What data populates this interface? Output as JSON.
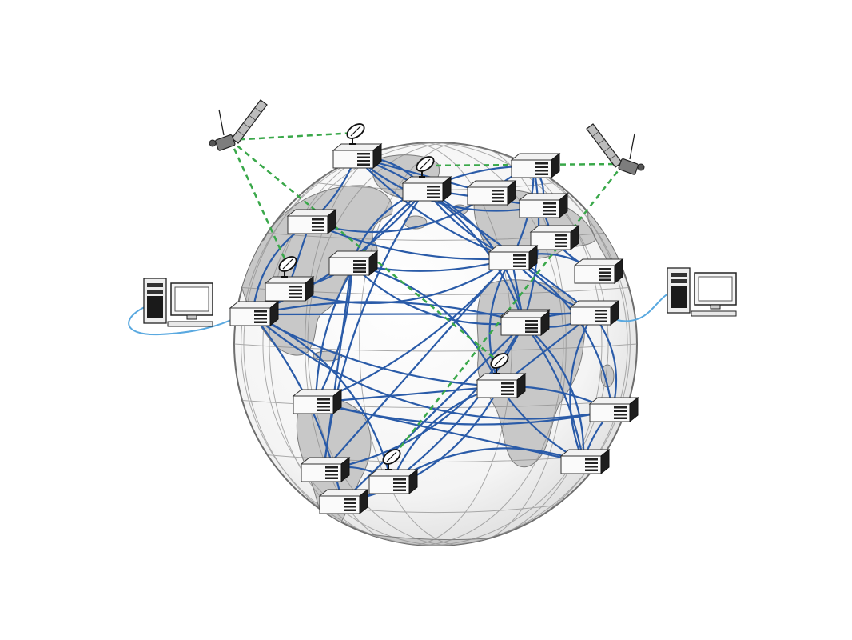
{
  "diagram": {
    "nodes": [
      {
        "id": "n1",
        "kind": "server",
        "dish": true
      },
      {
        "id": "n2",
        "kind": "server",
        "dish": true
      },
      {
        "id": "n3",
        "kind": "server",
        "dish": false
      },
      {
        "id": "n4",
        "kind": "server",
        "dish": false
      },
      {
        "id": "n5",
        "kind": "server",
        "dish": false
      },
      {
        "id": "n6",
        "kind": "server",
        "dish": false
      },
      {
        "id": "n7",
        "kind": "server",
        "dish": false
      },
      {
        "id": "n8",
        "kind": "server",
        "dish": false
      },
      {
        "id": "n9",
        "kind": "server",
        "dish": false
      },
      {
        "id": "n10",
        "kind": "server",
        "dish": true
      },
      {
        "id": "n11",
        "kind": "server",
        "dish": false
      },
      {
        "id": "n12",
        "kind": "server",
        "dish": false
      },
      {
        "id": "n13",
        "kind": "server",
        "dish": false
      },
      {
        "id": "n14",
        "kind": "server",
        "dish": false
      },
      {
        "id": "n15",
        "kind": "server",
        "dish": true
      },
      {
        "id": "n16",
        "kind": "server",
        "dish": false
      },
      {
        "id": "n17",
        "kind": "server",
        "dish": false
      },
      {
        "id": "n18",
        "kind": "server",
        "dish": false
      },
      {
        "id": "n19",
        "kind": "server",
        "dish": false
      },
      {
        "id": "n20",
        "kind": "server",
        "dish": true
      },
      {
        "id": "n21",
        "kind": "server",
        "dish": false
      },
      {
        "id": "n22",
        "kind": "server",
        "dish": false
      }
    ],
    "satellites": [
      {
        "id": "sat-left"
      },
      {
        "id": "sat-right"
      }
    ],
    "computers": [
      {
        "id": "pc-left"
      },
      {
        "id": "pc-right"
      }
    ],
    "fiber_links": [
      [
        "n1",
        "n2"
      ],
      [
        "n1",
        "n4"
      ],
      [
        "n1",
        "n3"
      ],
      [
        "n1",
        "n9"
      ],
      [
        "n1",
        "n6"
      ],
      [
        "n1",
        "n12"
      ],
      [
        "n2",
        "n5"
      ],
      [
        "n2",
        "n6"
      ],
      [
        "n2",
        "n9"
      ],
      [
        "n2",
        "n11"
      ],
      [
        "n2",
        "n12"
      ],
      [
        "n2",
        "n13"
      ],
      [
        "n2",
        "n14"
      ],
      [
        "n2",
        "n19"
      ],
      [
        "n2",
        "n17"
      ],
      [
        "n3",
        "n4"
      ],
      [
        "n3",
        "n5"
      ],
      [
        "n4",
        "n10"
      ],
      [
        "n4",
        "n9"
      ],
      [
        "n4",
        "n13"
      ],
      [
        "n5",
        "n6"
      ],
      [
        "n5",
        "n9"
      ],
      [
        "n6",
        "n7"
      ],
      [
        "n7",
        "n8"
      ],
      [
        "n8",
        "n9"
      ],
      [
        "n9",
        "n10"
      ],
      [
        "n9",
        "n11"
      ],
      [
        "n9",
        "n12"
      ],
      [
        "n9",
        "n14"
      ],
      [
        "n9",
        "n15"
      ],
      [
        "n9",
        "n16"
      ],
      [
        "n9",
        "n17"
      ],
      [
        "n9",
        "n19"
      ],
      [
        "n10",
        "n11"
      ],
      [
        "n11",
        "n12"
      ],
      [
        "n11",
        "n15"
      ],
      [
        "n11",
        "n17"
      ],
      [
        "n11",
        "n19"
      ],
      [
        "n12",
        "n13"
      ],
      [
        "n12",
        "n14"
      ],
      [
        "n12",
        "n19"
      ],
      [
        "n12",
        "n18"
      ],
      [
        "n13",
        "n14"
      ],
      [
        "n13",
        "n15"
      ],
      [
        "n13",
        "n16"
      ],
      [
        "n13",
        "n20"
      ],
      [
        "n13",
        "n21"
      ],
      [
        "n14",
        "n15"
      ],
      [
        "n14",
        "n22"
      ],
      [
        "n14",
        "n18"
      ],
      [
        "n14",
        "n16"
      ],
      [
        "n15",
        "n16"
      ],
      [
        "n15",
        "n17"
      ],
      [
        "n15",
        "n18"
      ],
      [
        "n15",
        "n20"
      ],
      [
        "n15",
        "n21"
      ],
      [
        "n16",
        "n17"
      ],
      [
        "n17",
        "n18"
      ],
      [
        "n16",
        "n18"
      ],
      [
        "n18",
        "n20"
      ],
      [
        "n19",
        "n20"
      ],
      [
        "n20",
        "n21"
      ],
      [
        "n21",
        "n22"
      ],
      [
        "n20",
        "n22"
      ],
      [
        "n18",
        "n22"
      ],
      [
        "n10",
        "n13"
      ],
      [
        "n5",
        "n12"
      ]
    ],
    "satellite_links": [
      [
        "sat-left",
        "n1"
      ],
      [
        "sat-left",
        "n10"
      ],
      [
        "sat-left",
        "n15"
      ],
      [
        "sat-right",
        "n2"
      ],
      [
        "sat-right",
        "n20"
      ]
    ],
    "colors": {
      "fiber": "#2a5ba8",
      "satellite_link": "#3aa84a",
      "computer_cable": "#5aa9e0",
      "globe_ocean": "#ffffff",
      "globe_land": "#c8c8c8",
      "globe_outline": "#6e6e6e",
      "grid": "#8a8a8a"
    }
  }
}
